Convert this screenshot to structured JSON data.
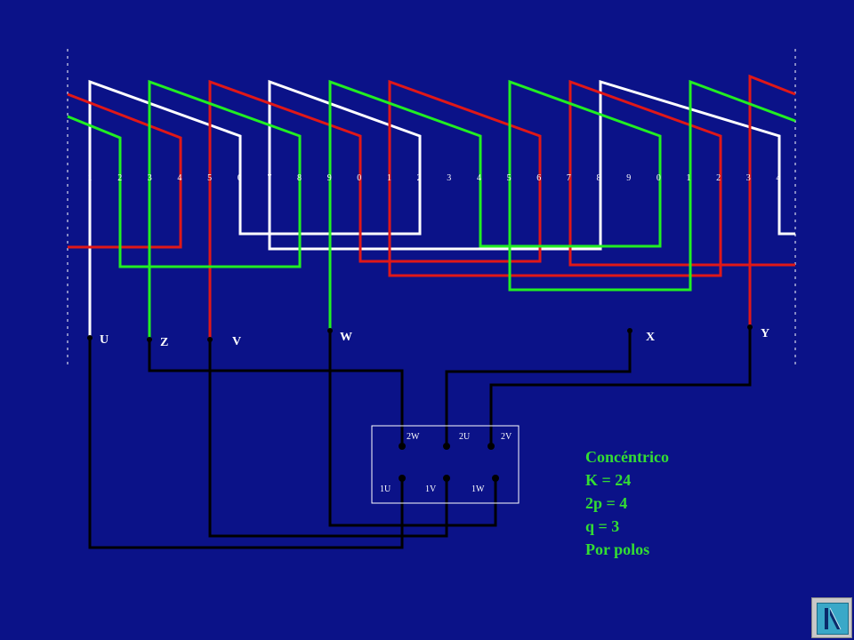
{
  "slots": [
    "1",
    "2",
    "3",
    "4",
    "5",
    "6",
    "7",
    "8",
    "9",
    "0",
    "1",
    "2",
    "3",
    "4",
    "5",
    "6",
    "7",
    "8",
    "9",
    "0",
    "1",
    "2",
    "3",
    "4"
  ],
  "terminals": {
    "U": "U",
    "Z": "Z",
    "V": "V",
    "W": "W",
    "X": "X",
    "Y": "Y"
  },
  "box": {
    "top": [
      "2W",
      "2U",
      "2V"
    ],
    "bottom": [
      "1U",
      "1V",
      "1W"
    ]
  },
  "info": {
    "line1": "Concéntrico",
    "line2": "K = 24",
    "line3": "2p = 4",
    "line4": "q = 3",
    "line5": "Por polos"
  },
  "colors": {
    "background": "#0b1288",
    "phase_white": "#ffffff",
    "phase_red": "#e01818",
    "phase_green": "#22ee22",
    "wire_black": "#000000",
    "info_text": "#33dd33"
  },
  "icons": {
    "nav_button": "play-end-icon"
  }
}
